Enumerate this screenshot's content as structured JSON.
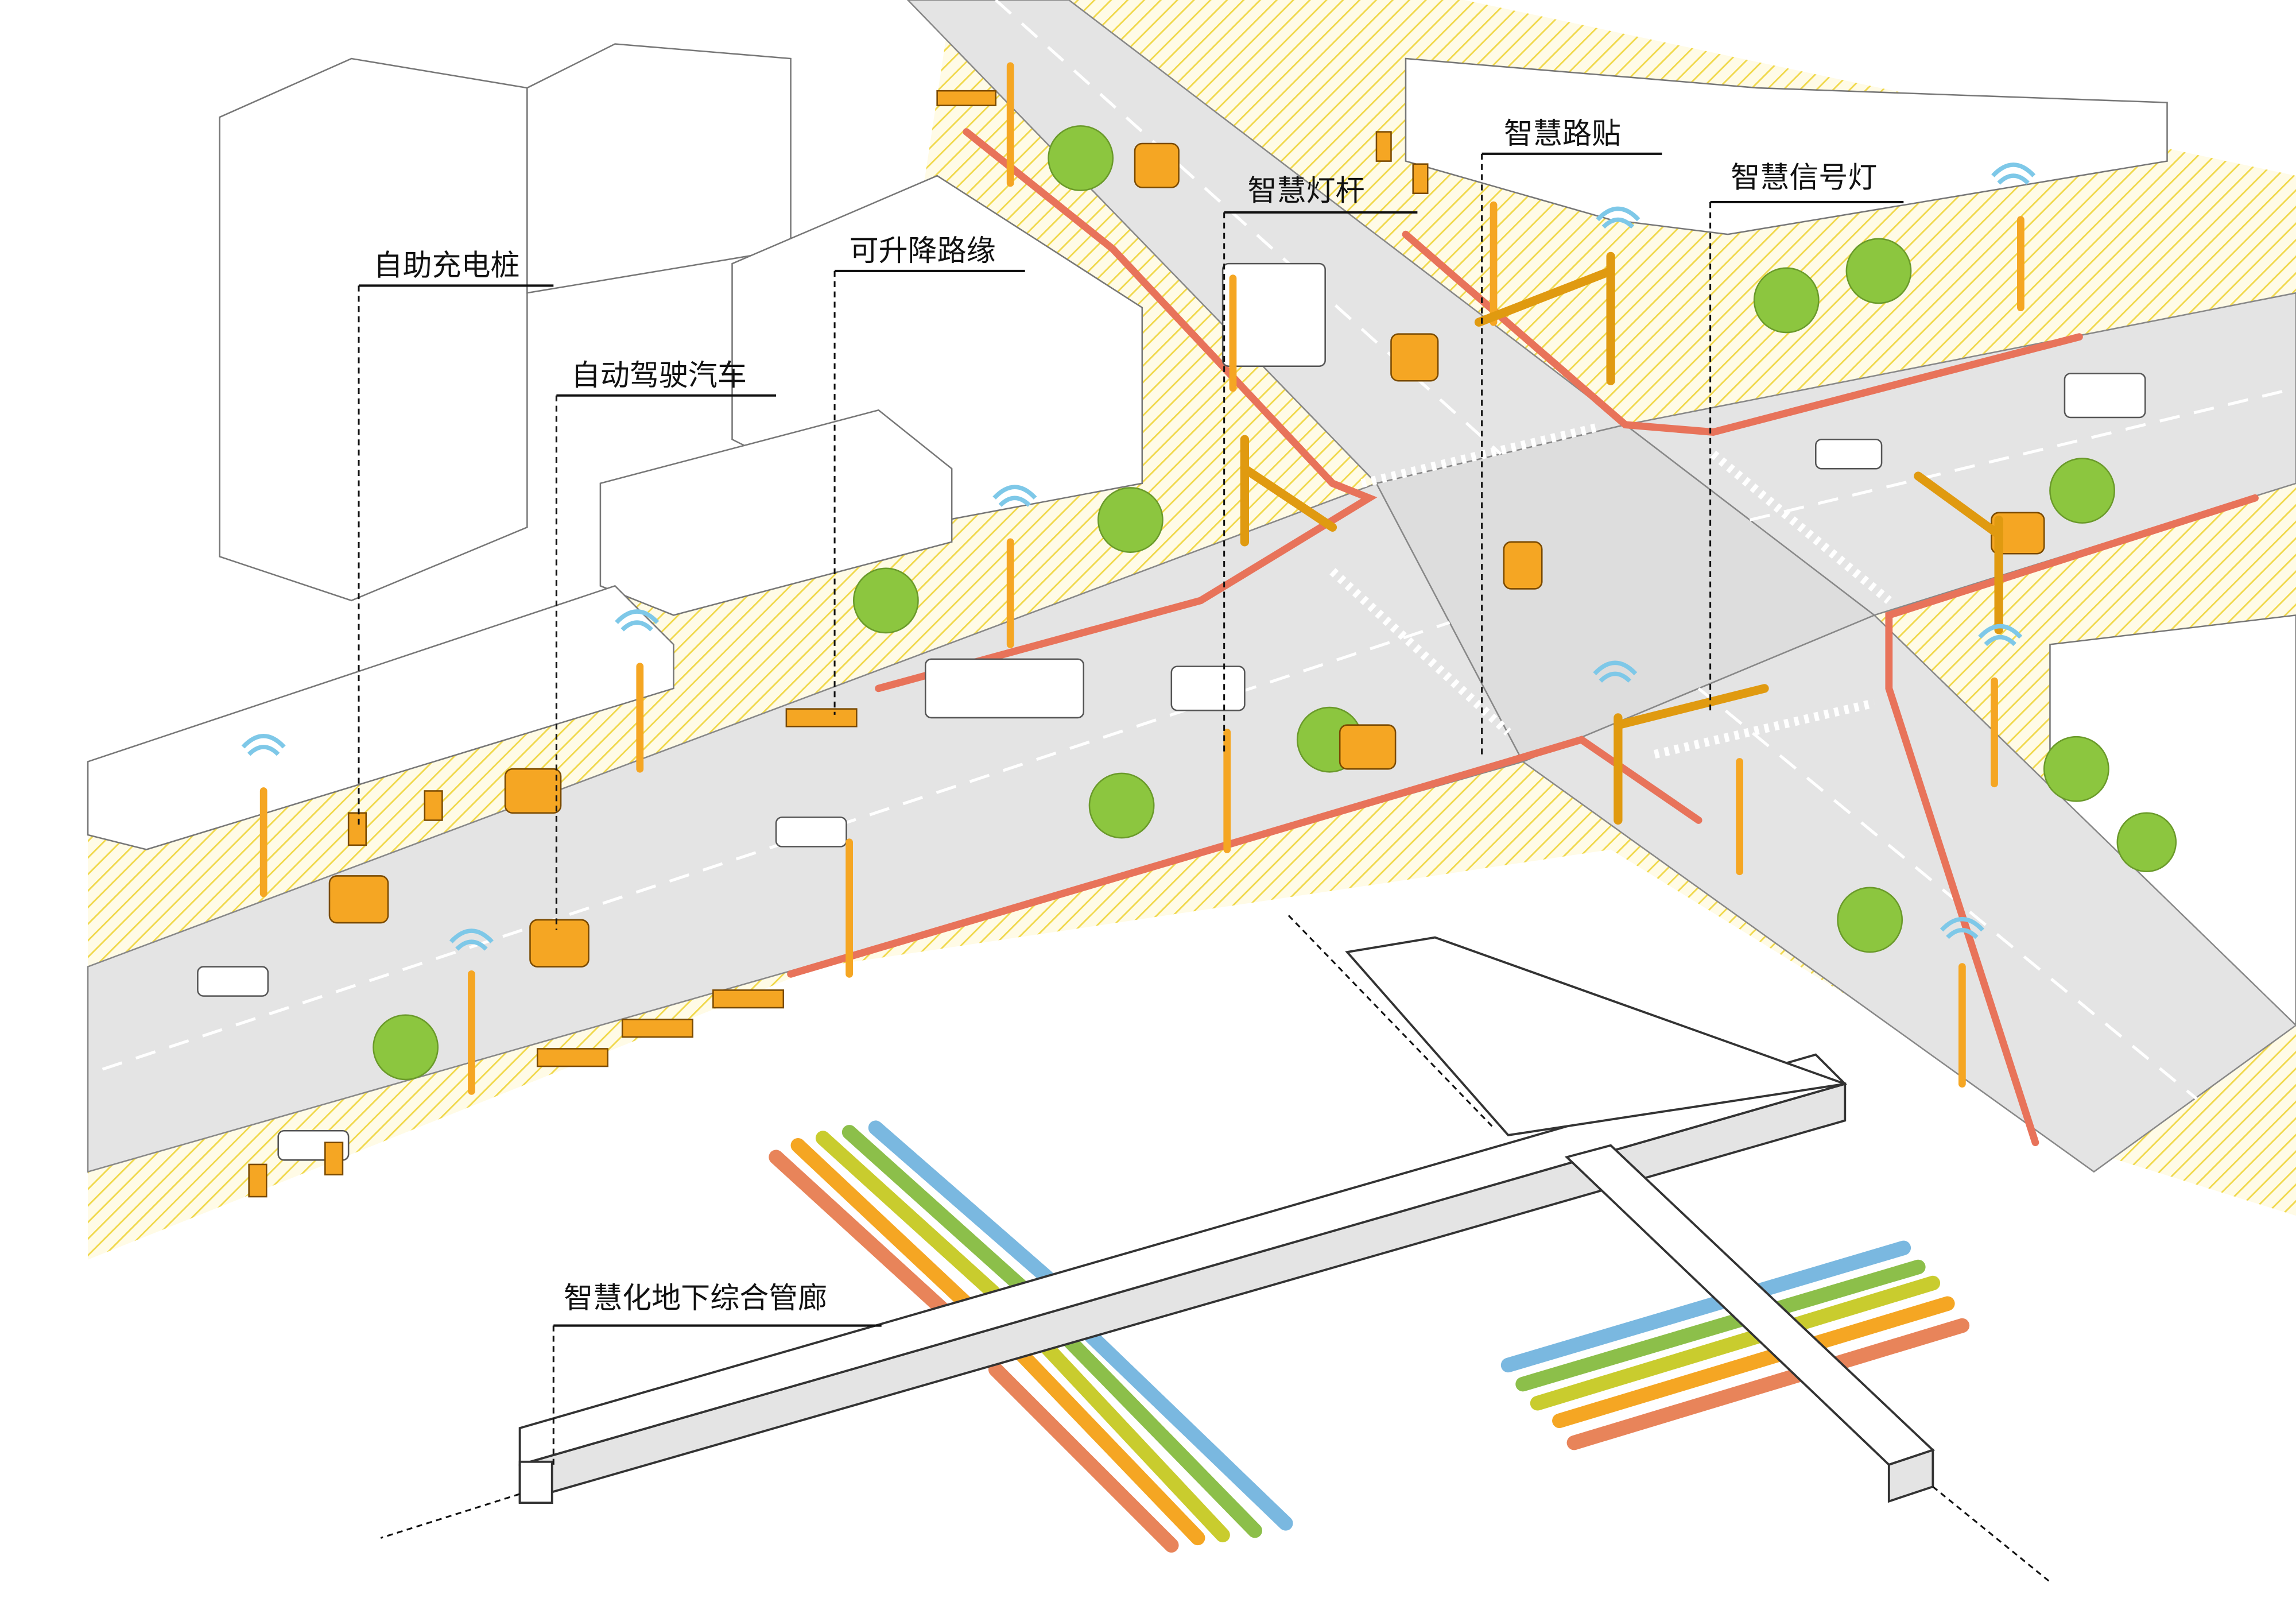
{
  "title": "智慧路口示意图",
  "labels": {
    "charging_pile": "自助充电桩",
    "autonomous_vehicle": "自动驾驶汽车",
    "liftable_curb": "可升降路缘",
    "smart_light_pole": "智慧灯杆",
    "smart_road_stud": "智慧路贴",
    "smart_signal": "智慧信号灯",
    "utility_tunnel": "智慧化地下综合管廊"
  },
  "colors": {
    "sidewalk_hatch": "#f3e27a",
    "road": "#e4e4e4",
    "curb": "#e8735a",
    "vehicle": "#f5a623",
    "tree": "#8cc63f",
    "wifi": "#7ec8e8",
    "pipes": [
      "#e8845a",
      "#f5a623",
      "#c9cc2e",
      "#8cbf4a",
      "#7ab8e0"
    ]
  }
}
